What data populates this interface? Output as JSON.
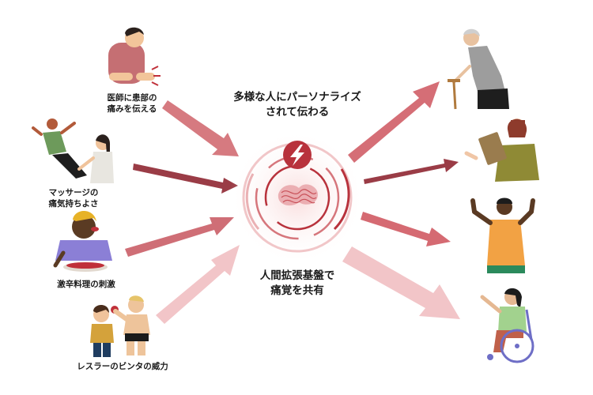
{
  "sources": [
    {
      "line1": "医師に患部の",
      "line2": "痛みを伝える",
      "icon": "doctor-patient-illustration"
    },
    {
      "line1": "マッサージの",
      "line2": "痛気持ちよさ",
      "icon": "massage-illustration"
    },
    {
      "line1": "激辛料理の刺激",
      "line2": "",
      "icon": "spicy-food-illustration"
    },
    {
      "line1": "レスラーのビンタの威力",
      "line2": "",
      "icon": "wrestler-slap-illustration"
    }
  ],
  "top_caption": {
    "line1": "多様な人にパーソナライズ",
    "line2": "されて伝わる"
  },
  "bottom_caption": {
    "line1": "人間拡張基盤で",
    "line2": "痛覚を共有"
  },
  "center": {
    "icon": "pain-lightning-icon",
    "wave_icon": "pain-waveform-icon"
  },
  "recipients": [
    {
      "icon": "elderly-man-with-cane-illustration"
    },
    {
      "icon": "woman-with-clipboard-illustration"
    },
    {
      "icon": "man-raising-hands-illustration"
    },
    {
      "icon": "woman-in-wheelchair-illustration"
    }
  ],
  "colors": {
    "arrow_dark": "#9a3c46",
    "arrow_mid": "#d46a72",
    "arrow_light": "#f0c4c6",
    "center_red": "#b8323c"
  }
}
